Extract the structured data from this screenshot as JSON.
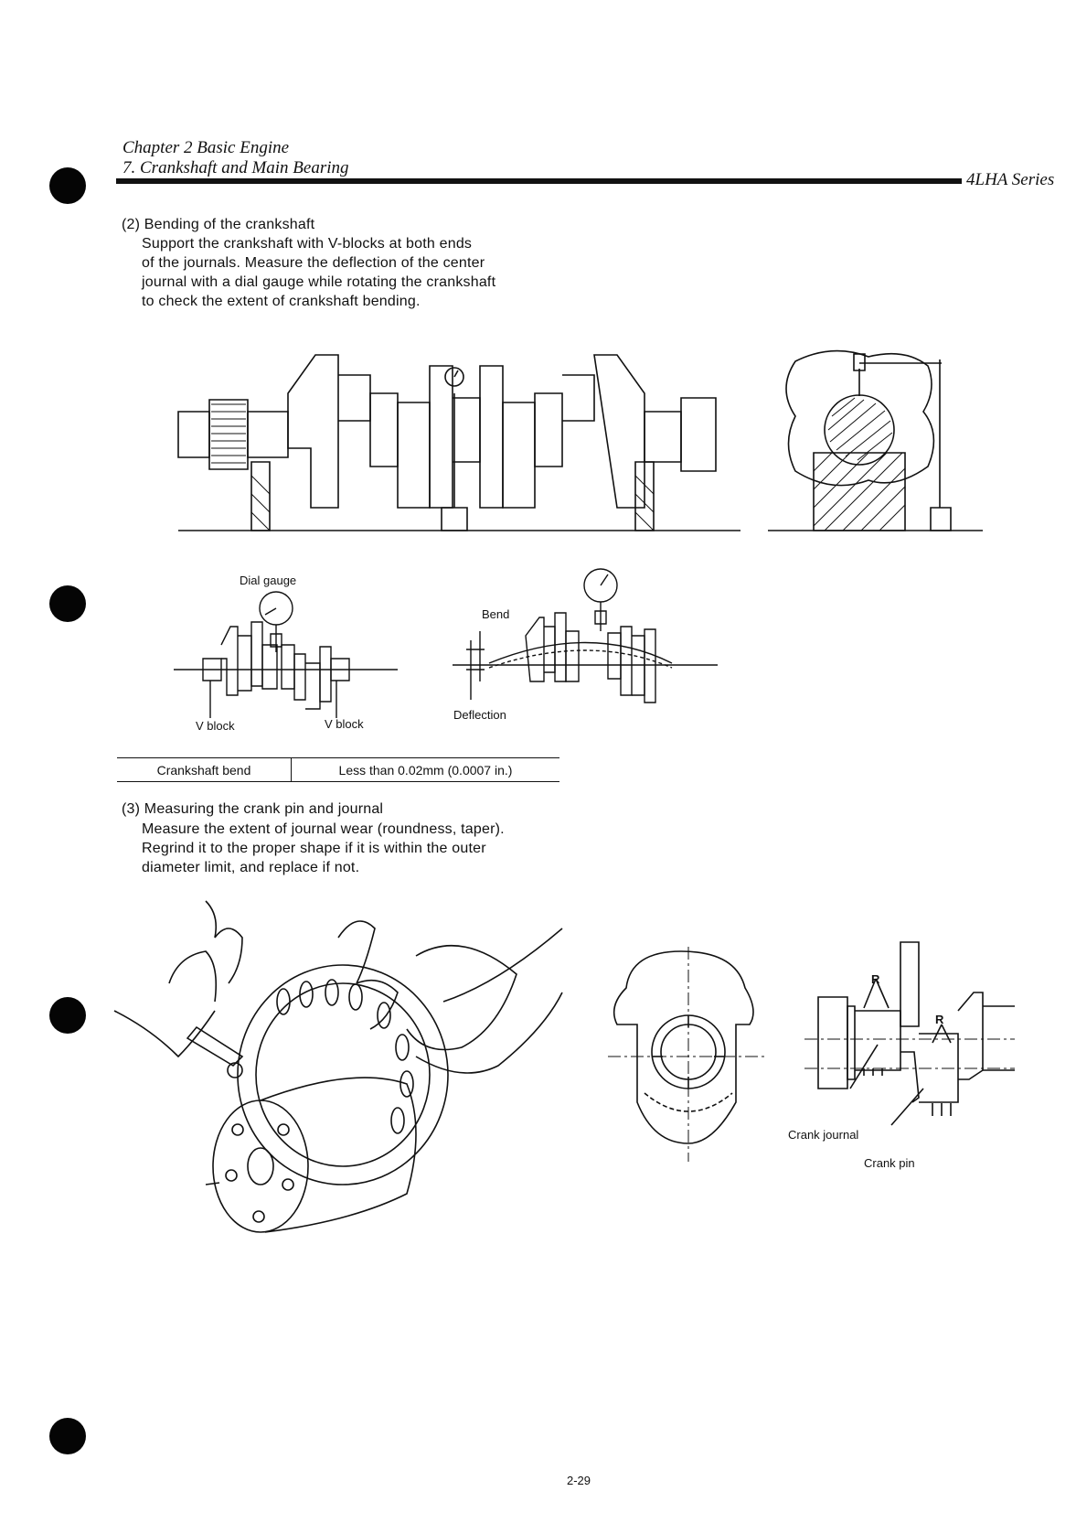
{
  "header": {
    "chapter": "Chapter 2 Basic Engine",
    "section": "7. Crankshaft and Main Bearing",
    "series": "4LHA Series"
  },
  "bending": {
    "heading": "(2) Bending of the crankshaft",
    "lines": [
      "Support the crankshaft with V-blocks at both ends",
      "of the journals. Measure the deflection of the center",
      "journal with a dial gauge while rotating the crankshaft",
      "to check the extent of crankshaft bending."
    ]
  },
  "figure_labels": {
    "dial_gauge": "Dial gauge",
    "v_block_left": "V block",
    "v_block_right": "V block",
    "bend": "Bend",
    "deflection": "Deflection",
    "r_upper": "R",
    "r_lower": "R",
    "crank_journal": "Crank journal",
    "crank_pin": "Crank pin"
  },
  "spec": {
    "item": "Crankshaft bend",
    "value": "Less than 0.02mm (0.0007 in.)"
  },
  "measuring": {
    "heading": "(3) Measuring the crank pin and journal",
    "lines": [
      "Measure the extent of journal wear (roundness, taper).",
      "Regrind it to the proper shape if it is within the outer",
      "diameter limit, and replace if not."
    ]
  },
  "page_number": "2-29"
}
